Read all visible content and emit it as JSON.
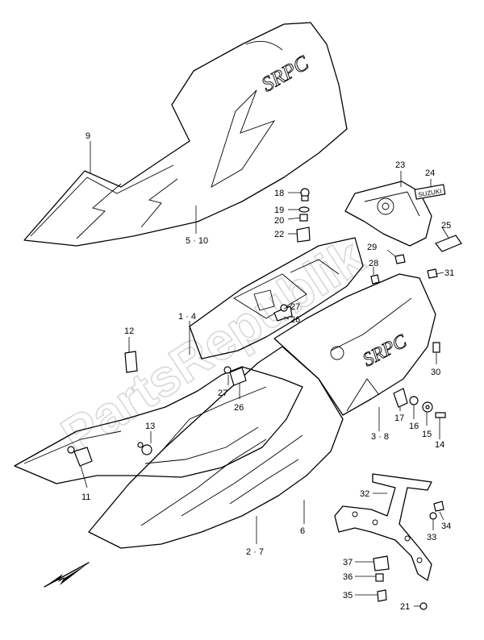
{
  "watermark": "PartsRepublik",
  "labels": [
    {
      "id": "l9",
      "text": "9"
    },
    {
      "id": "l5-10",
      "text": "5 · 10"
    },
    {
      "id": "l23",
      "text": "23"
    },
    {
      "id": "l24",
      "text": "24"
    },
    {
      "id": "l18",
      "text": "18"
    },
    {
      "id": "l19",
      "text": "19"
    },
    {
      "id": "l20",
      "text": "20"
    },
    {
      "id": "l22",
      "text": "22"
    },
    {
      "id": "l25",
      "text": "25"
    },
    {
      "id": "l29",
      "text": "29"
    },
    {
      "id": "l28",
      "text": "28"
    },
    {
      "id": "l31",
      "text": "31"
    },
    {
      "id": "l27a",
      "text": "27"
    },
    {
      "id": "l26a",
      "text": "26"
    },
    {
      "id": "l12",
      "text": "12"
    },
    {
      "id": "l1-4",
      "text": "1 · 4"
    },
    {
      "id": "l30",
      "text": "30"
    },
    {
      "id": "l27b",
      "text": "27"
    },
    {
      "id": "l26b",
      "text": "26"
    },
    {
      "id": "l17",
      "text": "17"
    },
    {
      "id": "l16",
      "text": "16"
    },
    {
      "id": "l15",
      "text": "15"
    },
    {
      "id": "l14",
      "text": "14"
    },
    {
      "id": "l13",
      "text": "13"
    },
    {
      "id": "l3-8",
      "text": "3 · 8"
    },
    {
      "id": "l11",
      "text": "11"
    },
    {
      "id": "l32",
      "text": "32"
    },
    {
      "id": "l34",
      "text": "34"
    },
    {
      "id": "l33",
      "text": "33"
    },
    {
      "id": "l6",
      "text": "6"
    },
    {
      "id": "l2-7",
      "text": "2 · 7"
    },
    {
      "id": "l37",
      "text": "37"
    },
    {
      "id": "l36",
      "text": "36"
    },
    {
      "id": "l35",
      "text": "35"
    },
    {
      "id": "l21",
      "text": "21"
    }
  ],
  "emblem_text": "SRPC",
  "plate_text": "SUZUKI"
}
